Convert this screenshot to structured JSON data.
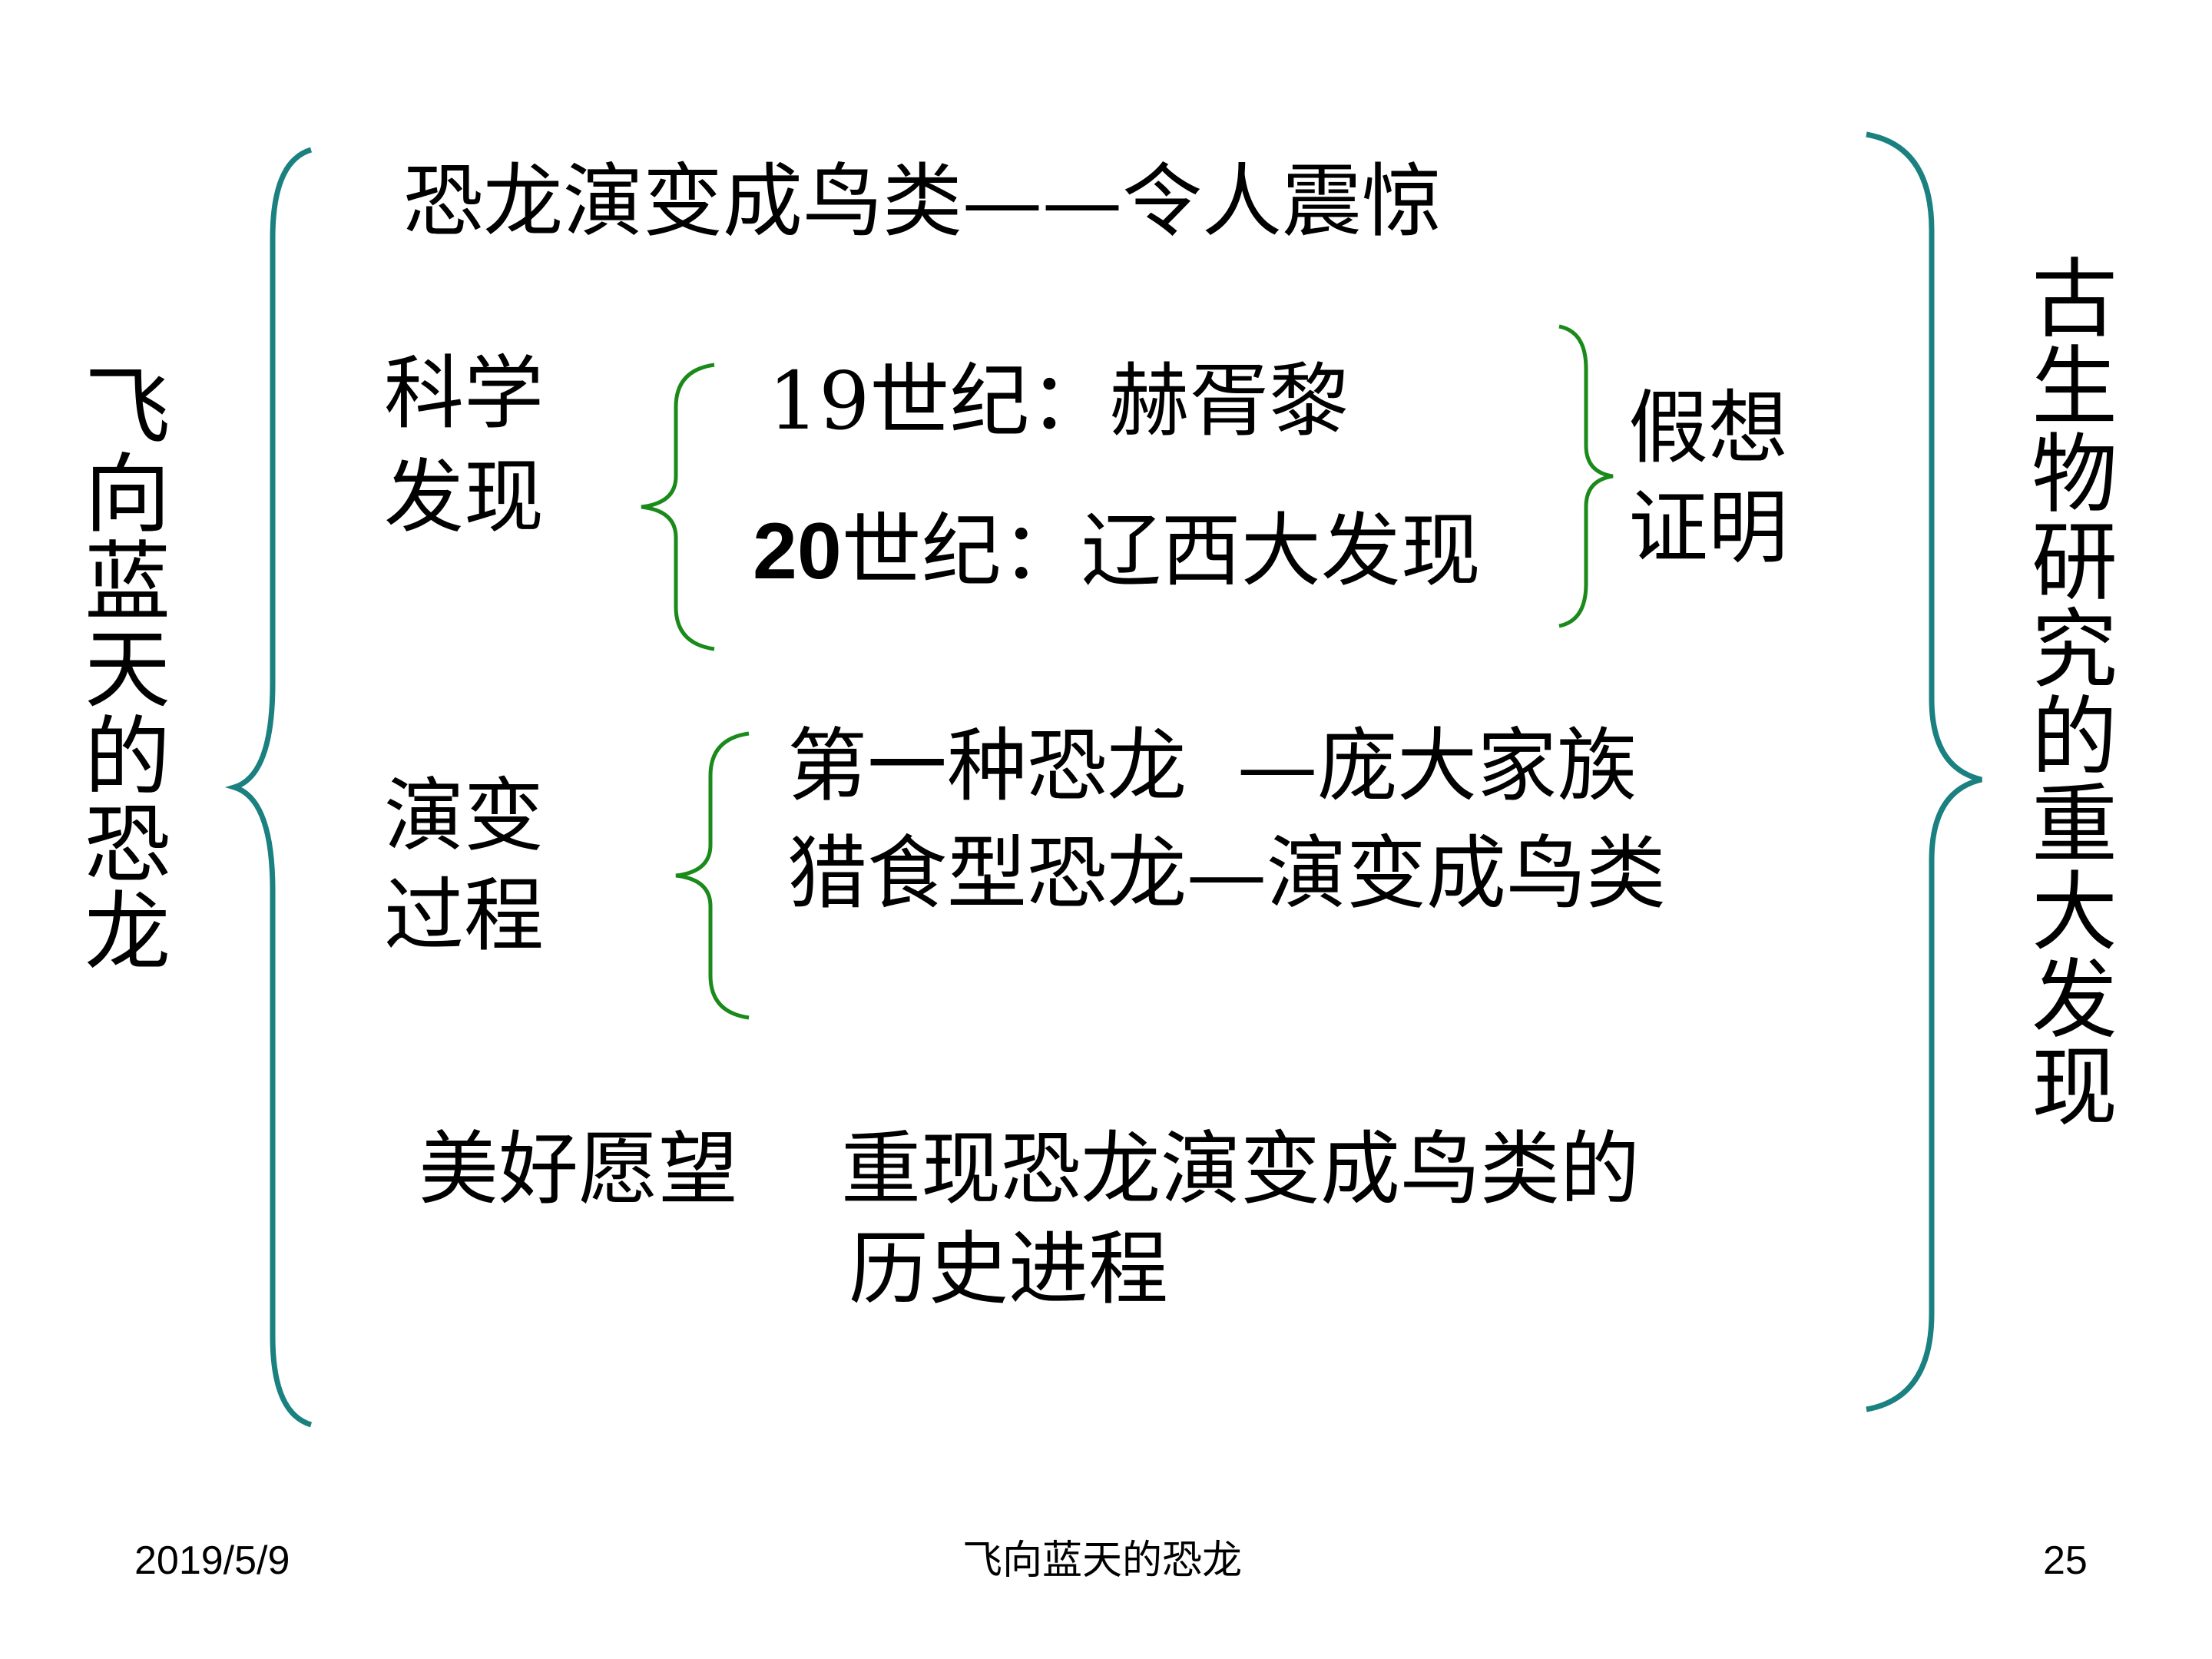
{
  "left_vertical": "飞向蓝天的恐龙",
  "right_vertical": "古生物研究的重大发现",
  "heading": "恐龙演变成鸟类——令人震惊",
  "science": {
    "label_line1": "科学",
    "label_line2": "发现",
    "line1_num": "19",
    "line1_text": "世纪：赫胥黎",
    "line2_num": "20",
    "line2_text": "世纪：辽西大发现",
    "side_line1": "假想",
    "side_line2": "证明"
  },
  "evolution": {
    "label_line1": "演变",
    "label_line2": "过程",
    "line1": "第一种恐龙  —庞大家族",
    "line2": "猎食型恐龙—演变成鸟类"
  },
  "hope": {
    "label": "美好愿望",
    "line1": "重现恐龙演变成鸟类的",
    "line2": "历史进程"
  },
  "footer": {
    "date": "2019/5/9",
    "title": "飞向蓝天的恐龙",
    "page": "25"
  },
  "colors": {
    "outer_brace": "#1a8080",
    "inner_brace": "#1a8a1a"
  }
}
